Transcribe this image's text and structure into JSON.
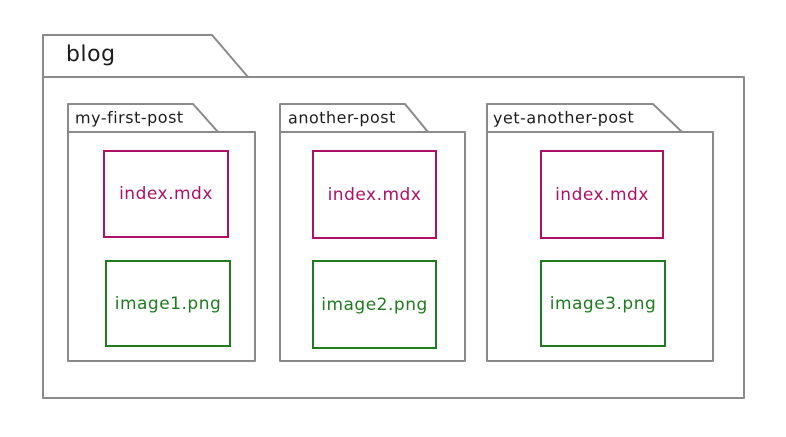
{
  "root_folder": {
    "name": "blog"
  },
  "folders": [
    {
      "name": "my-first-post",
      "files": [
        {
          "name": "index.mdx",
          "type": "mdx"
        },
        {
          "name": "image1.png",
          "type": "png"
        }
      ]
    },
    {
      "name": "another-post",
      "files": [
        {
          "name": "index.mdx",
          "type": "mdx"
        },
        {
          "name": "image2.png",
          "type": "png"
        }
      ]
    },
    {
      "name": "yet-another-post",
      "files": [
        {
          "name": "index.mdx",
          "type": "mdx"
        },
        {
          "name": "image3.png",
          "type": "png"
        }
      ]
    }
  ],
  "colors": {
    "background": "#ffffff",
    "outline": "#8a8a8a",
    "label": "#1c1c1c",
    "mdx": "#ad1066",
    "png": "#1e7b1e"
  }
}
